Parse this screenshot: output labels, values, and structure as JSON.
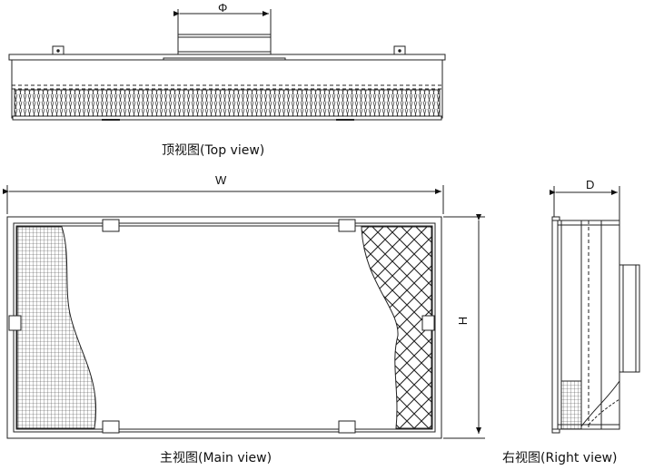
{
  "captions": {
    "top_view": "顶视图(Top view)",
    "main_view": "主视图(Main view)",
    "right_view": "右视图(Right view)"
  },
  "dimensions": {
    "phi": "Φ",
    "width": "W",
    "height": "H",
    "depth": "D"
  },
  "colors": {
    "line": "#222222",
    "hatch": "#555555",
    "background": "#ffffff"
  }
}
